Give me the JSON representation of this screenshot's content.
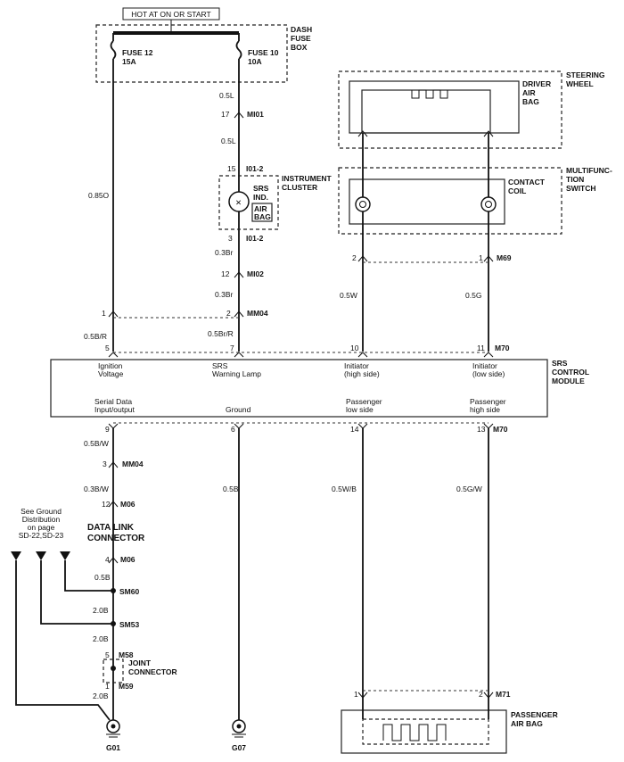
{
  "header": {
    "hot_label": "HOT AT ON OR START"
  },
  "fuse_box": {
    "title_line1": "DASH",
    "title_line2": "FUSE",
    "title_line3": "BOX",
    "fuse_a_name": "FUSE 12",
    "fuse_a_rating": "15A",
    "fuse_b_name": "FUSE 10",
    "fuse_b_rating": "10A"
  },
  "steering_wheel": {
    "label_line1": "STEERING",
    "label_line2": "WHEEL",
    "airbag_line1": "DRIVER",
    "airbag_line2": "AIR",
    "airbag_line3": "BAG"
  },
  "multifunction": {
    "label_line1": "MULTIFUNC-",
    "label_line2": "TION",
    "label_line3": "SWITCH",
    "coil_line1": "CONTACT",
    "coil_line2": "COIL"
  },
  "cluster": {
    "label_line1": "INSTRUMENT",
    "label_line2": "CLUSTER",
    "srs_line1": "SRS",
    "srs_line2": "IND.",
    "airbag_line1": "AIR",
    "airbag_line2": "BAG"
  },
  "module": {
    "label_line1": "SRS",
    "label_line2": "CONTROL",
    "label_line3": "MODULE",
    "pins": [
      {
        "line1": "Ignition",
        "line2": "Voltage"
      },
      {
        "line1": "SRS",
        "line2": "Warning Lamp"
      },
      {
        "line1": "Initiator",
        "line2": "(high side)"
      },
      {
        "line1": "Initiator",
        "line2": "(low side)"
      },
      {
        "line1": "Serial Data",
        "line2": "Input/output"
      },
      {
        "line1": "",
        "line2": "Ground"
      },
      {
        "line1": "Passenger",
        "line2": "low side"
      },
      {
        "line1": "Passenger",
        "line2": "high side"
      }
    ]
  },
  "wires": {
    "w05l_a": "0.5L",
    "w05l_b": "0.5L",
    "w085o": "0.85O",
    "w03br_a": "0.3Br",
    "w03br_b": "0.3Br",
    "w05br": "0.5Br/R",
    "w05bro": "0.5B/R",
    "w05w": "0.5W",
    "w05g": "0.5G",
    "w05bw": "0.5B/W",
    "w03bw": "0.3B/W",
    "w05b_gnd": "0.5B",
    "w05wb": "0.5W/B",
    "w05gw": "0.5G/W",
    "w05b_dlc": "0.5B",
    "w20b_a": "2.0B",
    "w20b_b": "2.0B",
    "w20b_c": "2.0B"
  },
  "connectors": {
    "p17": "17",
    "mi01": "MI01",
    "p15": "15",
    "i01_top": "I01-2",
    "p3": "3",
    "i01_bot": "I01-2",
    "p12": "12",
    "mi02": "MI02",
    "p1_mm04": "1",
    "p2_mm04": "2",
    "mm04": "MM04",
    "p5": "5",
    "p7": "7",
    "p10": "10",
    "p11": "11",
    "m70_top": "M70",
    "p2_m69": "2",
    "p1_m69": "1",
    "m69": "M69",
    "p9": "9",
    "p6": "6",
    "p14": "14",
    "p13": "13",
    "m70_bot": "M70",
    "p3_mm04": "3",
    "mm04_b": "MM04",
    "p12_m06": "12",
    "m06_a": "M06",
    "p4": "4",
    "m06_b": "M06",
    "sm60": "SM60",
    "sm53": "SM53",
    "p5_m58": "5",
    "m58": "M58",
    "p1_m59": "1",
    "m59": "M59",
    "p1_m71": "1",
    "p2_m71": "2",
    "m71": "M71"
  },
  "dlc": {
    "line1": "DATA LINK",
    "line2": "CONNECTOR"
  },
  "joint": {
    "line1": "JOINT",
    "line2": "CONNECTOR"
  },
  "ground_note": {
    "line1": "See Ground",
    "line2": "Distribution",
    "line3": "on page",
    "line4": "SD-22,SD-23"
  },
  "grounds": {
    "g01": "G01",
    "g07": "G07"
  },
  "passenger": {
    "line1": "PASSENGER",
    "line2": "AIR BAG"
  }
}
